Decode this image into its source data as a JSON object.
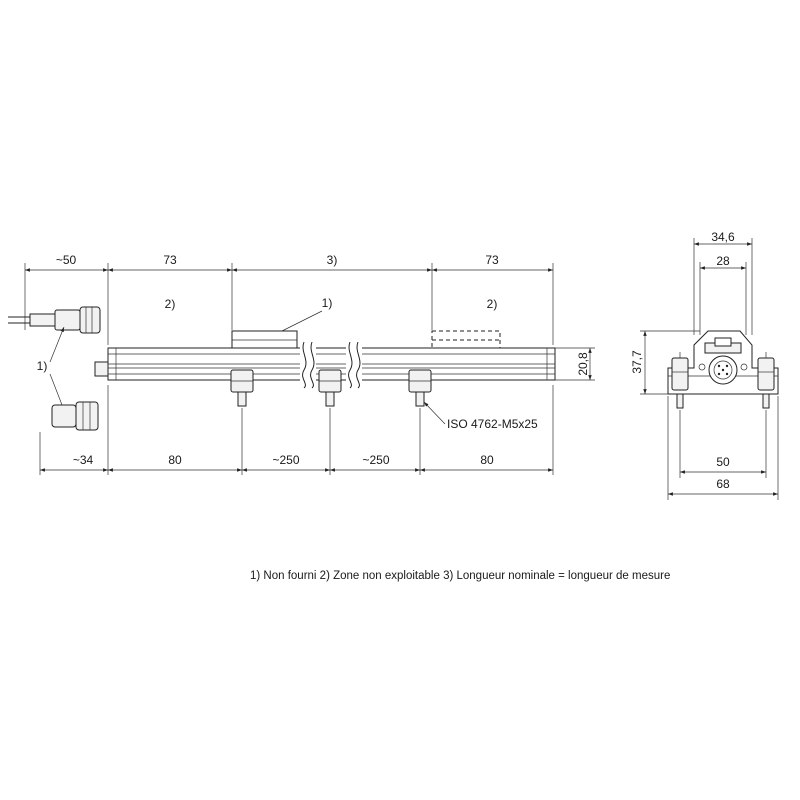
{
  "top_dims": {
    "d1": "~50",
    "d2": "73",
    "d3": "3)",
    "d4": "73"
  },
  "zone_labels": {
    "left": "2)",
    "right": "2)",
    "carriage": "1)",
    "connector": "1)"
  },
  "height_dim": "20,8",
  "screw_label": "ISO 4762-M5x25",
  "bottom_dims": {
    "d1": "~34",
    "d2": "80",
    "d3": "~250",
    "d4": "~250",
    "d5": "80"
  },
  "side_view": {
    "w_outer_top": "34,6",
    "w_inner_top": "28",
    "height": "37,7",
    "w_holes": "50",
    "w_total": "68"
  },
  "footnote": "1) Non fourni  2) Zone non exploitable  3) Longueur nominale = longueur de mesure"
}
